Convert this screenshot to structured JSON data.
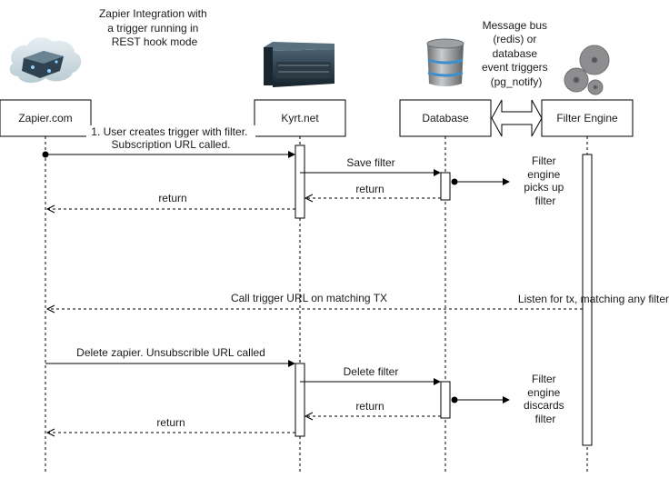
{
  "title": [
    "Zapier Integration with",
    "a trigger running in",
    "REST hook mode"
  ],
  "bus_note": [
    "Message bus",
    "(redis) or",
    "database",
    "event triggers",
    "(pg_notify)"
  ],
  "participants": [
    {
      "id": "zapier",
      "label": "Zapier.com",
      "icon": "cloud-server-icon"
    },
    {
      "id": "kyrt",
      "label": "Kyrt.net",
      "icon": "server-icon"
    },
    {
      "id": "database",
      "label": "Database",
      "icon": "database-icon"
    },
    {
      "id": "filter",
      "label": "Filter Engine",
      "icon": "gears-icon"
    }
  ],
  "messages": {
    "create_trigger": [
      "1. User creates trigger with filter.",
      "Subscription URL called."
    ],
    "save_filter": "Save filter",
    "return_db_1": "return",
    "return_kyrt_1": "return",
    "call_trigger": "Call trigger URL on matching TX",
    "listen": "Listen for tx, matching any filter",
    "delete_zapier": "Delete zapier. Unsubscrible URL called",
    "delete_filter": "Delete filter",
    "return_db_2": "return",
    "return_kyrt_2": "return"
  },
  "notes": {
    "picks_up": [
      "Filter",
      "engine",
      "picks up",
      "filter"
    ],
    "discards": [
      "Filter",
      "engine",
      "discards",
      "filter"
    ]
  }
}
